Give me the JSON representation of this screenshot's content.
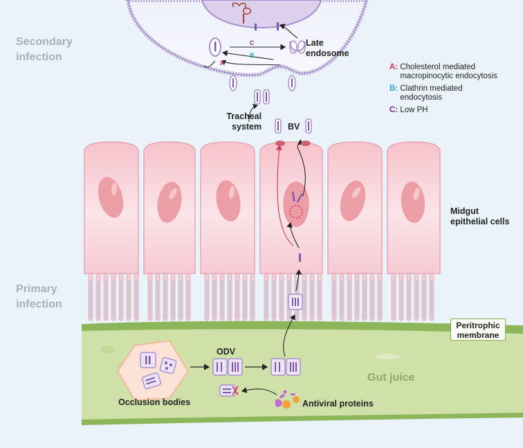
{
  "phases": {
    "secondary": [
      "Secondary",
      "infection"
    ],
    "primary": [
      "Primary",
      "infection"
    ]
  },
  "labels": {
    "late_endosome": [
      "Late",
      "endosome"
    ],
    "tracheal_system": [
      "Tracheal",
      "system"
    ],
    "bv": "BV",
    "midgut_cells": [
      "Midgut",
      "epithelial cells"
    ],
    "peritrophic_membrane": [
      "Peritrophic",
      "membrane"
    ],
    "gut_juice": "Gut juice",
    "odv": "ODV",
    "occlusion_bodies": "Occlusion bodies",
    "antiviral_proteins": "Antiviral proteins",
    "pathway_a": "A",
    "pathway_b": "B",
    "pathway_c": "C"
  },
  "legend": [
    {
      "key": "A:",
      "text": [
        "Cholesterol mediated",
        "macropinocytic endocytosis"
      ],
      "color": "#d0325a"
    },
    {
      "key": "B:",
      "text": [
        "Clathrin mediated",
        "endocytosis"
      ],
      "color": "#2aa8c8"
    },
    {
      "key": "C:",
      "text": [
        "Low PH"
      ],
      "color": "#7b2a8c"
    }
  ],
  "colors": {
    "background": "#eaf3fa",
    "cell_fill": "#f7c9d0",
    "nucleus": "#eb9ea6",
    "gut_juice": "#cfe1a8",
    "membrane_green": "#8db65a",
    "virion": "#b79ad2",
    "path_red": "#d0325a"
  }
}
